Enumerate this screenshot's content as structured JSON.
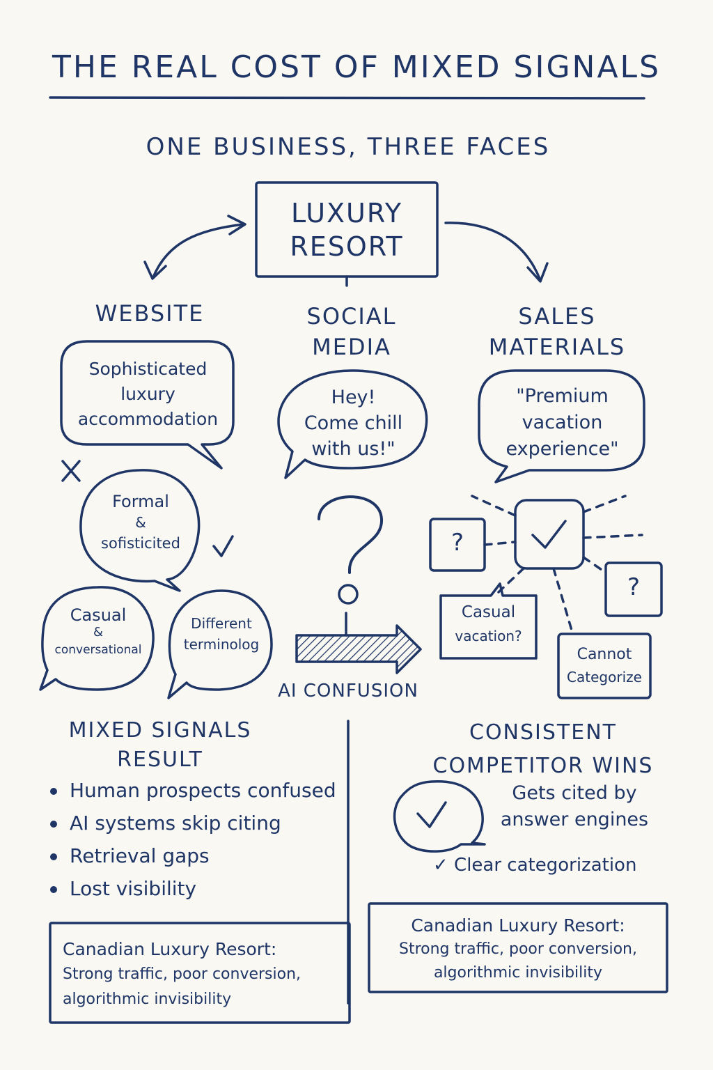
{
  "title": "THE REAL COST OF MIXED SIGNALS",
  "subtitle": "ONE BUSINESS, THREE FACES",
  "center_box": [
    "LUXURY",
    "RESORT"
  ],
  "channels": {
    "website": {
      "label": "WEBSITE",
      "bubble": [
        "Sophisticated",
        "luxury",
        "accommodation"
      ]
    },
    "social": {
      "label": [
        "SOCIAL",
        "MEDIA"
      ],
      "bubble": [
        "Hey!",
        "Come chill",
        "with us!\""
      ]
    },
    "sales": {
      "label": [
        "SALES",
        "MATERIALS"
      ],
      "bubble": [
        "\"Premium",
        "vacation",
        "experience\""
      ]
    }
  },
  "marks": {
    "cross": "×",
    "check": "✓",
    "question": "?"
  },
  "tone_bubbles": {
    "formal": [
      "Formal",
      "&",
      "sofisticited"
    ],
    "casual": [
      "Casual",
      "&",
      "conversational"
    ],
    "different": [
      "Different",
      "terminolog"
    ]
  },
  "ai_confusion_label": "AI CONFUSION",
  "confusion_cluster": {
    "casual_vacation": [
      "Casual",
      "vacation?"
    ],
    "cannot_categorize": [
      "Cannot",
      "Categorize"
    ]
  },
  "mixed_result": {
    "heading": [
      "MIXED SIGNALS",
      "RESULT"
    ],
    "items": [
      "Human prospects confused",
      "AI systems skip citing",
      "Retrieval gaps",
      "Lost visibility"
    ]
  },
  "competitor": {
    "heading": [
      "CONSISTENT",
      "COMPETITOR  WINS"
    ],
    "cited": [
      "Gets cited by",
      "answer engines"
    ],
    "clear": "✓ Clear categorization"
  },
  "case_left": {
    "title": "Canadian Luxury Resort:",
    "lines": [
      "Strong traffic, poor conversion,",
      "algorithmic invisibility"
    ]
  },
  "case_right": {
    "title": "Canadian Luxury Resort:",
    "lines": [
      "Strong traffic, poor conversion,",
      "algorithmic invisibility"
    ]
  },
  "colors": {
    "ink": "#1e3566",
    "paper": "#f9f8f3"
  }
}
